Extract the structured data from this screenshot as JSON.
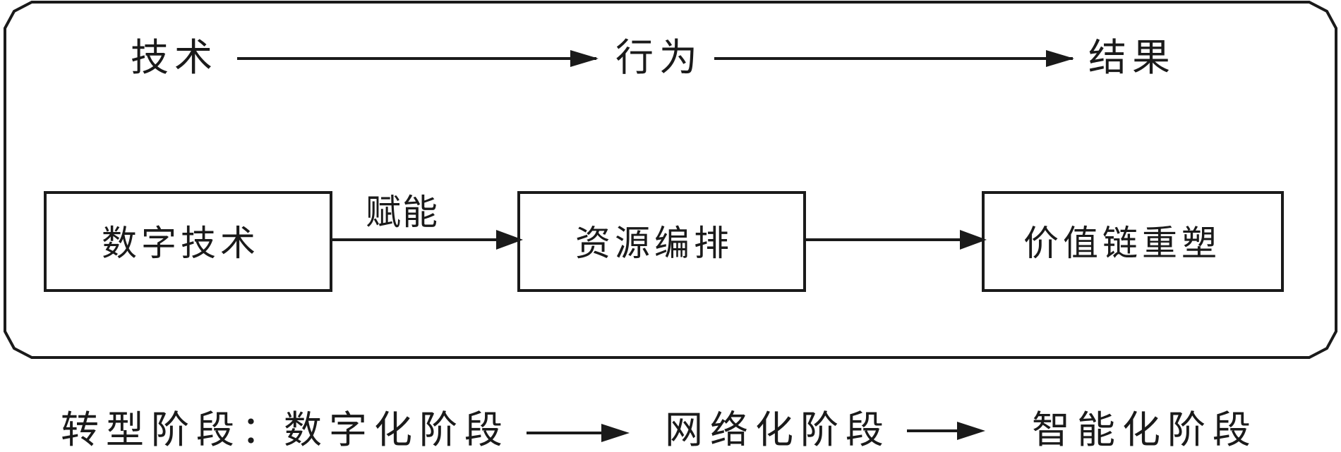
{
  "diagram": {
    "top_row": [
      "技术",
      "行为",
      "结果"
    ],
    "boxes": [
      "数字技术",
      "资源编排",
      "价值链重塑"
    ],
    "edge_label": "赋能",
    "bottom": {
      "prefix": "转型阶段：",
      "stages": [
        "数字化阶段",
        "网络化阶段",
        "智能化阶段"
      ]
    }
  }
}
